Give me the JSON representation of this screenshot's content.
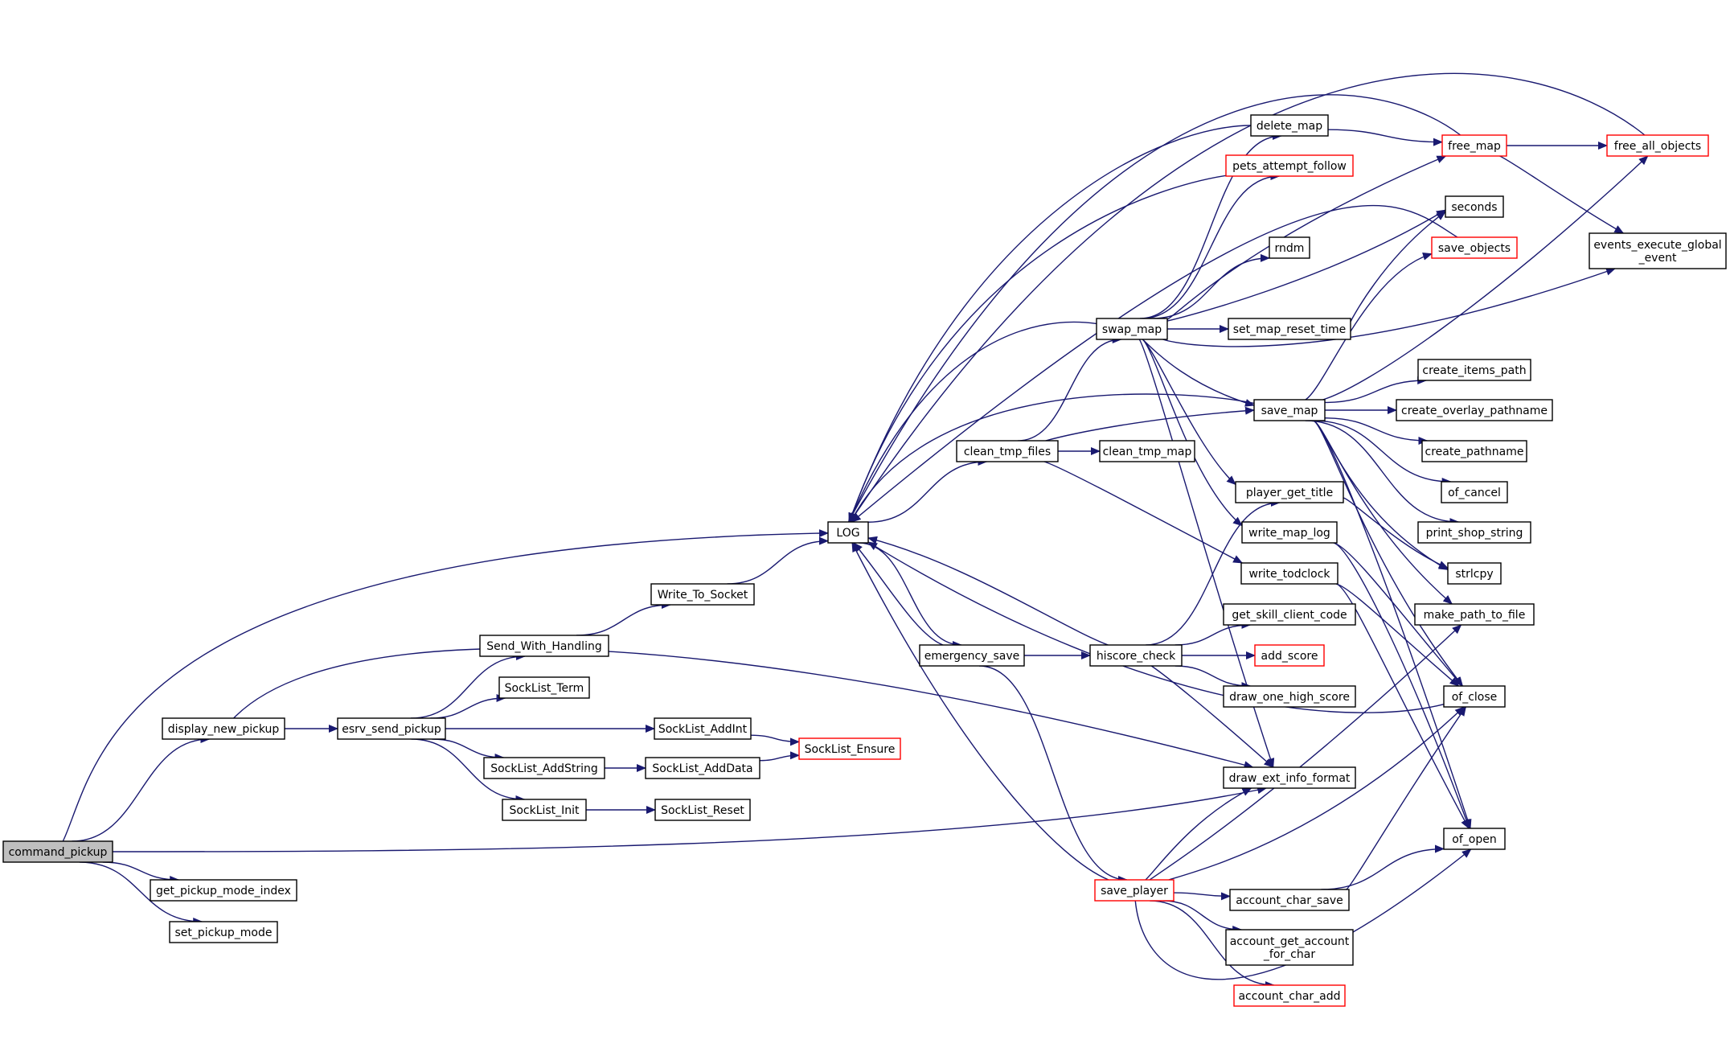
{
  "colors": {
    "edge": "#191970",
    "node_border": "#000000",
    "node_border_incomplete": "#ff0000",
    "root_fill": "#bfbfbf",
    "node_fill": "#ffffff"
  },
  "nodes": {
    "command_pickup": {
      "label": [
        "command_pickup"
      ],
      "kind": "root"
    },
    "get_pickup_mode_index": {
      "label": [
        "get_pickup_mode_index"
      ]
    },
    "set_pickup_mode": {
      "label": [
        "set_pickup_mode"
      ]
    },
    "display_new_pickup": {
      "label": [
        "display_new_pickup"
      ]
    },
    "esrv_send_pickup": {
      "label": [
        "esrv_send_pickup"
      ]
    },
    "Send_With_Handling": {
      "label": [
        "Send_With_Handling"
      ]
    },
    "Write_To_Socket": {
      "label": [
        "Write_To_Socket"
      ]
    },
    "SockList_Term": {
      "label": [
        "SockList_Term"
      ]
    },
    "SockList_AddInt": {
      "label": [
        "SockList_AddInt"
      ]
    },
    "SockList_AddString": {
      "label": [
        "SockList_AddString"
      ]
    },
    "SockList_AddData": {
      "label": [
        "SockList_AddData"
      ]
    },
    "SockList_Ensure": {
      "label": [
        "SockList_Ensure"
      ],
      "kind": "incomplete"
    },
    "SockList_Init": {
      "label": [
        "SockList_Init"
      ]
    },
    "SockList_Reset": {
      "label": [
        "SockList_Reset"
      ]
    },
    "LOG": {
      "label": [
        "LOG"
      ]
    },
    "emergency_save": {
      "label": [
        "emergency_save"
      ]
    },
    "clean_tmp_files": {
      "label": [
        "clean_tmp_files"
      ]
    },
    "clean_tmp_map": {
      "label": [
        "clean_tmp_map"
      ]
    },
    "swap_map": {
      "label": [
        "swap_map"
      ]
    },
    "save_map": {
      "label": [
        "save_map"
      ]
    },
    "delete_map": {
      "label": [
        "delete_map"
      ]
    },
    "pets_attempt_follow": {
      "label": [
        "pets_attempt_follow"
      ],
      "kind": "incomplete"
    },
    "rndm": {
      "label": [
        "rndm"
      ]
    },
    "set_map_reset_time": {
      "label": [
        "set_map_reset_time"
      ]
    },
    "free_map": {
      "label": [
        "free_map"
      ],
      "kind": "incomplete"
    },
    "free_all_objects": {
      "label": [
        "free_all_objects"
      ],
      "kind": "incomplete"
    },
    "events_execute_global_event": {
      "label": [
        "events_execute_global",
        "_event"
      ]
    },
    "seconds": {
      "label": [
        "seconds"
      ]
    },
    "save_objects": {
      "label": [
        "save_objects"
      ],
      "kind": "incomplete"
    },
    "create_items_path": {
      "label": [
        "create_items_path"
      ]
    },
    "create_overlay_pathname": {
      "label": [
        "create_overlay_pathname"
      ]
    },
    "create_pathname": {
      "label": [
        "create_pathname"
      ]
    },
    "of_cancel": {
      "label": [
        "of_cancel"
      ]
    },
    "print_shop_string": {
      "label": [
        "print_shop_string"
      ]
    },
    "strlcpy": {
      "label": [
        "strlcpy"
      ]
    },
    "make_path_to_file": {
      "label": [
        "make_path_to_file"
      ]
    },
    "of_close": {
      "label": [
        "of_close"
      ]
    },
    "of_open": {
      "label": [
        "of_open"
      ]
    },
    "player_get_title": {
      "label": [
        "player_get_title"
      ]
    },
    "write_map_log": {
      "label": [
        "write_map_log"
      ]
    },
    "write_todclock": {
      "label": [
        "write_todclock"
      ]
    },
    "get_skill_client_code": {
      "label": [
        "get_skill_client_code"
      ]
    },
    "add_score": {
      "label": [
        "add_score"
      ],
      "kind": "incomplete"
    },
    "draw_one_high_score": {
      "label": [
        "draw_one_high_score"
      ]
    },
    "hiscore_check": {
      "label": [
        "hiscore_check"
      ]
    },
    "draw_ext_info_format": {
      "label": [
        "draw_ext_info_format"
      ]
    },
    "save_player": {
      "label": [
        "save_player"
      ],
      "kind": "incomplete"
    },
    "account_char_save": {
      "label": [
        "account_char_save"
      ]
    },
    "account_get_account_for_char": {
      "label": [
        "account_get_account",
        "_for_char"
      ]
    },
    "account_char_add": {
      "label": [
        "account_char_add"
      ],
      "kind": "incomplete"
    }
  },
  "edges": [
    [
      "command_pickup",
      "LOG"
    ],
    [
      "command_pickup",
      "display_new_pickup"
    ],
    [
      "command_pickup",
      "draw_ext_info_format"
    ],
    [
      "command_pickup",
      "get_pickup_mode_index"
    ],
    [
      "command_pickup",
      "set_pickup_mode"
    ],
    [
      "display_new_pickup",
      "esrv_send_pickup"
    ],
    [
      "display_new_pickup",
      "draw_ext_info_format"
    ],
    [
      "esrv_send_pickup",
      "Send_With_Handling"
    ],
    [
      "esrv_send_pickup",
      "SockList_Term"
    ],
    [
      "esrv_send_pickup",
      "SockList_AddInt"
    ],
    [
      "esrv_send_pickup",
      "SockList_AddString"
    ],
    [
      "esrv_send_pickup",
      "SockList_Init"
    ],
    [
      "Send_With_Handling",
      "Write_To_Socket"
    ],
    [
      "Write_To_Socket",
      "LOG"
    ],
    [
      "SockList_AddInt",
      "SockList_Ensure"
    ],
    [
      "SockList_AddString",
      "SockList_AddData"
    ],
    [
      "SockList_AddData",
      "SockList_Ensure"
    ],
    [
      "SockList_Init",
      "SockList_Reset"
    ],
    [
      "LOG",
      "emergency_save"
    ],
    [
      "LOG",
      "clean_tmp_files"
    ],
    [
      "emergency_save",
      "LOG"
    ],
    [
      "emergency_save",
      "hiscore_check"
    ],
    [
      "emergency_save",
      "save_player"
    ],
    [
      "clean_tmp_files",
      "swap_map"
    ],
    [
      "clean_tmp_files",
      "save_map"
    ],
    [
      "clean_tmp_files",
      "clean_tmp_map"
    ],
    [
      "clean_tmp_files",
      "write_todclock"
    ],
    [
      "swap_map",
      "LOG"
    ],
    [
      "swap_map",
      "delete_map"
    ],
    [
      "swap_map",
      "pets_attempt_follow"
    ],
    [
      "swap_map",
      "rndm"
    ],
    [
      "swap_map",
      "seconds"
    ],
    [
      "swap_map",
      "free_map"
    ],
    [
      "swap_map",
      "set_map_reset_time"
    ],
    [
      "swap_map",
      "events_execute_global_event"
    ],
    [
      "swap_map",
      "save_map"
    ],
    [
      "swap_map",
      "player_get_title"
    ],
    [
      "swap_map",
      "write_map_log"
    ],
    [
      "swap_map",
      "draw_ext_info_format"
    ],
    [
      "delete_map",
      "LOG"
    ],
    [
      "delete_map",
      "free_map"
    ],
    [
      "pets_attempt_follow",
      "LOG"
    ],
    [
      "free_map",
      "LOG"
    ],
    [
      "free_map",
      "free_all_objects"
    ],
    [
      "free_map",
      "events_execute_global_event"
    ],
    [
      "free_all_objects",
      "LOG"
    ],
    [
      "set_map_reset_time",
      "seconds"
    ],
    [
      "save_objects",
      "LOG"
    ],
    [
      "save_map",
      "LOG"
    ],
    [
      "save_map",
      "save_objects"
    ],
    [
      "save_map",
      "free_all_objects"
    ],
    [
      "save_map",
      "create_items_path"
    ],
    [
      "save_map",
      "create_overlay_pathname"
    ],
    [
      "save_map",
      "create_pathname"
    ],
    [
      "save_map",
      "of_cancel"
    ],
    [
      "save_map",
      "print_shop_string"
    ],
    [
      "save_map",
      "strlcpy"
    ],
    [
      "save_map",
      "make_path_to_file"
    ],
    [
      "save_map",
      "of_close"
    ],
    [
      "save_map",
      "of_open"
    ],
    [
      "player_get_title",
      "strlcpy"
    ],
    [
      "write_map_log",
      "of_close"
    ],
    [
      "write_map_log",
      "of_open"
    ],
    [
      "write_todclock",
      "of_close"
    ],
    [
      "write_todclock",
      "of_open"
    ],
    [
      "of_close",
      "LOG"
    ],
    [
      "hiscore_check",
      "LOG"
    ],
    [
      "hiscore_check",
      "player_get_title"
    ],
    [
      "hiscore_check",
      "get_skill_client_code"
    ],
    [
      "hiscore_check",
      "add_score"
    ],
    [
      "hiscore_check",
      "draw_one_high_score"
    ],
    [
      "hiscore_check",
      "draw_ext_info_format"
    ],
    [
      "save_player",
      "LOG"
    ],
    [
      "save_player",
      "draw_ext_info_format"
    ],
    [
      "save_player",
      "make_path_to_file"
    ],
    [
      "save_player",
      "of_close"
    ],
    [
      "save_player",
      "of_open"
    ],
    [
      "save_player",
      "account_char_save"
    ],
    [
      "save_player",
      "account_get_account_for_char"
    ],
    [
      "save_player",
      "account_char_add"
    ],
    [
      "account_char_save",
      "of_close"
    ],
    [
      "account_char_save",
      "of_open"
    ]
  ]
}
